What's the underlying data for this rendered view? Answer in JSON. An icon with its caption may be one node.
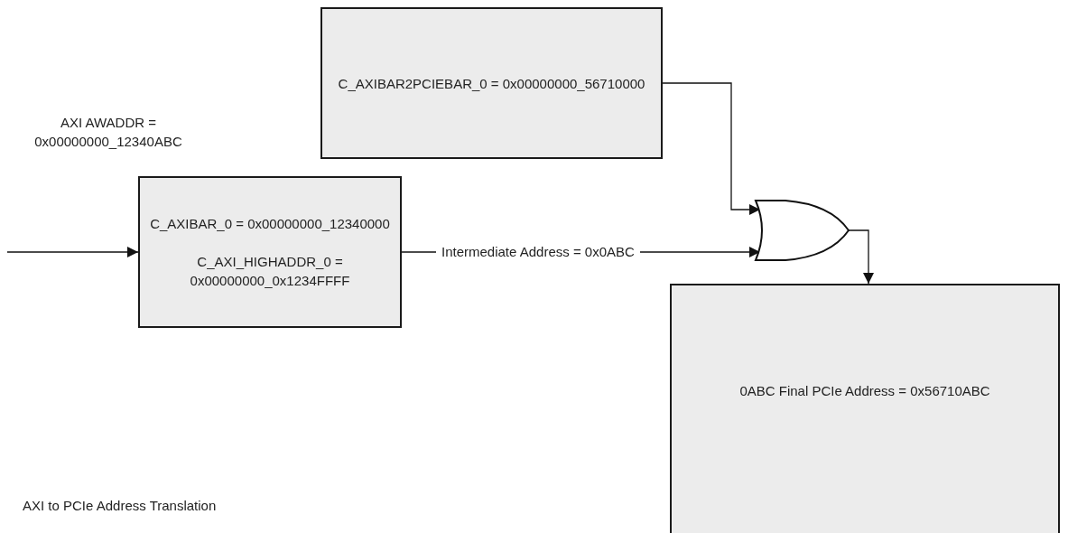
{
  "diagram": {
    "caption": "AXI to PCIe Address Translation",
    "nodes": [
      {
        "text": [
          "C_AXIBAR2PCIEBAR_0 = 0x00000000_56710000"
        ]
      },
      {
        "text": [
          "C_AXIBAR_0 = 0x00000000_12340000",
          "C_AXI_HIGHADDR_0 = 0x00000000_0x1234FFFF"
        ]
      },
      {
        "text": [],
        "shape": "gate"
      },
      {
        "text": [
          "0ABC Final PCIe Address = 0x56710ABC"
        ]
      }
    ],
    "edges": [
      {
        "from": null,
        "to": 1,
        "arrow": "to"
      },
      {
        "from": 1,
        "to": 2,
        "arrow": "to",
        "label": "Intermediate Address = 0x0ABC"
      },
      {
        "from": 0,
        "to": 2,
        "arrow": "to"
      },
      {
        "from": 2,
        "to": 3,
        "arrow": "to"
      }
    ],
    "labels": [
      "AXI AWADDR = 0x00000000_12340ABC"
    ]
  }
}
